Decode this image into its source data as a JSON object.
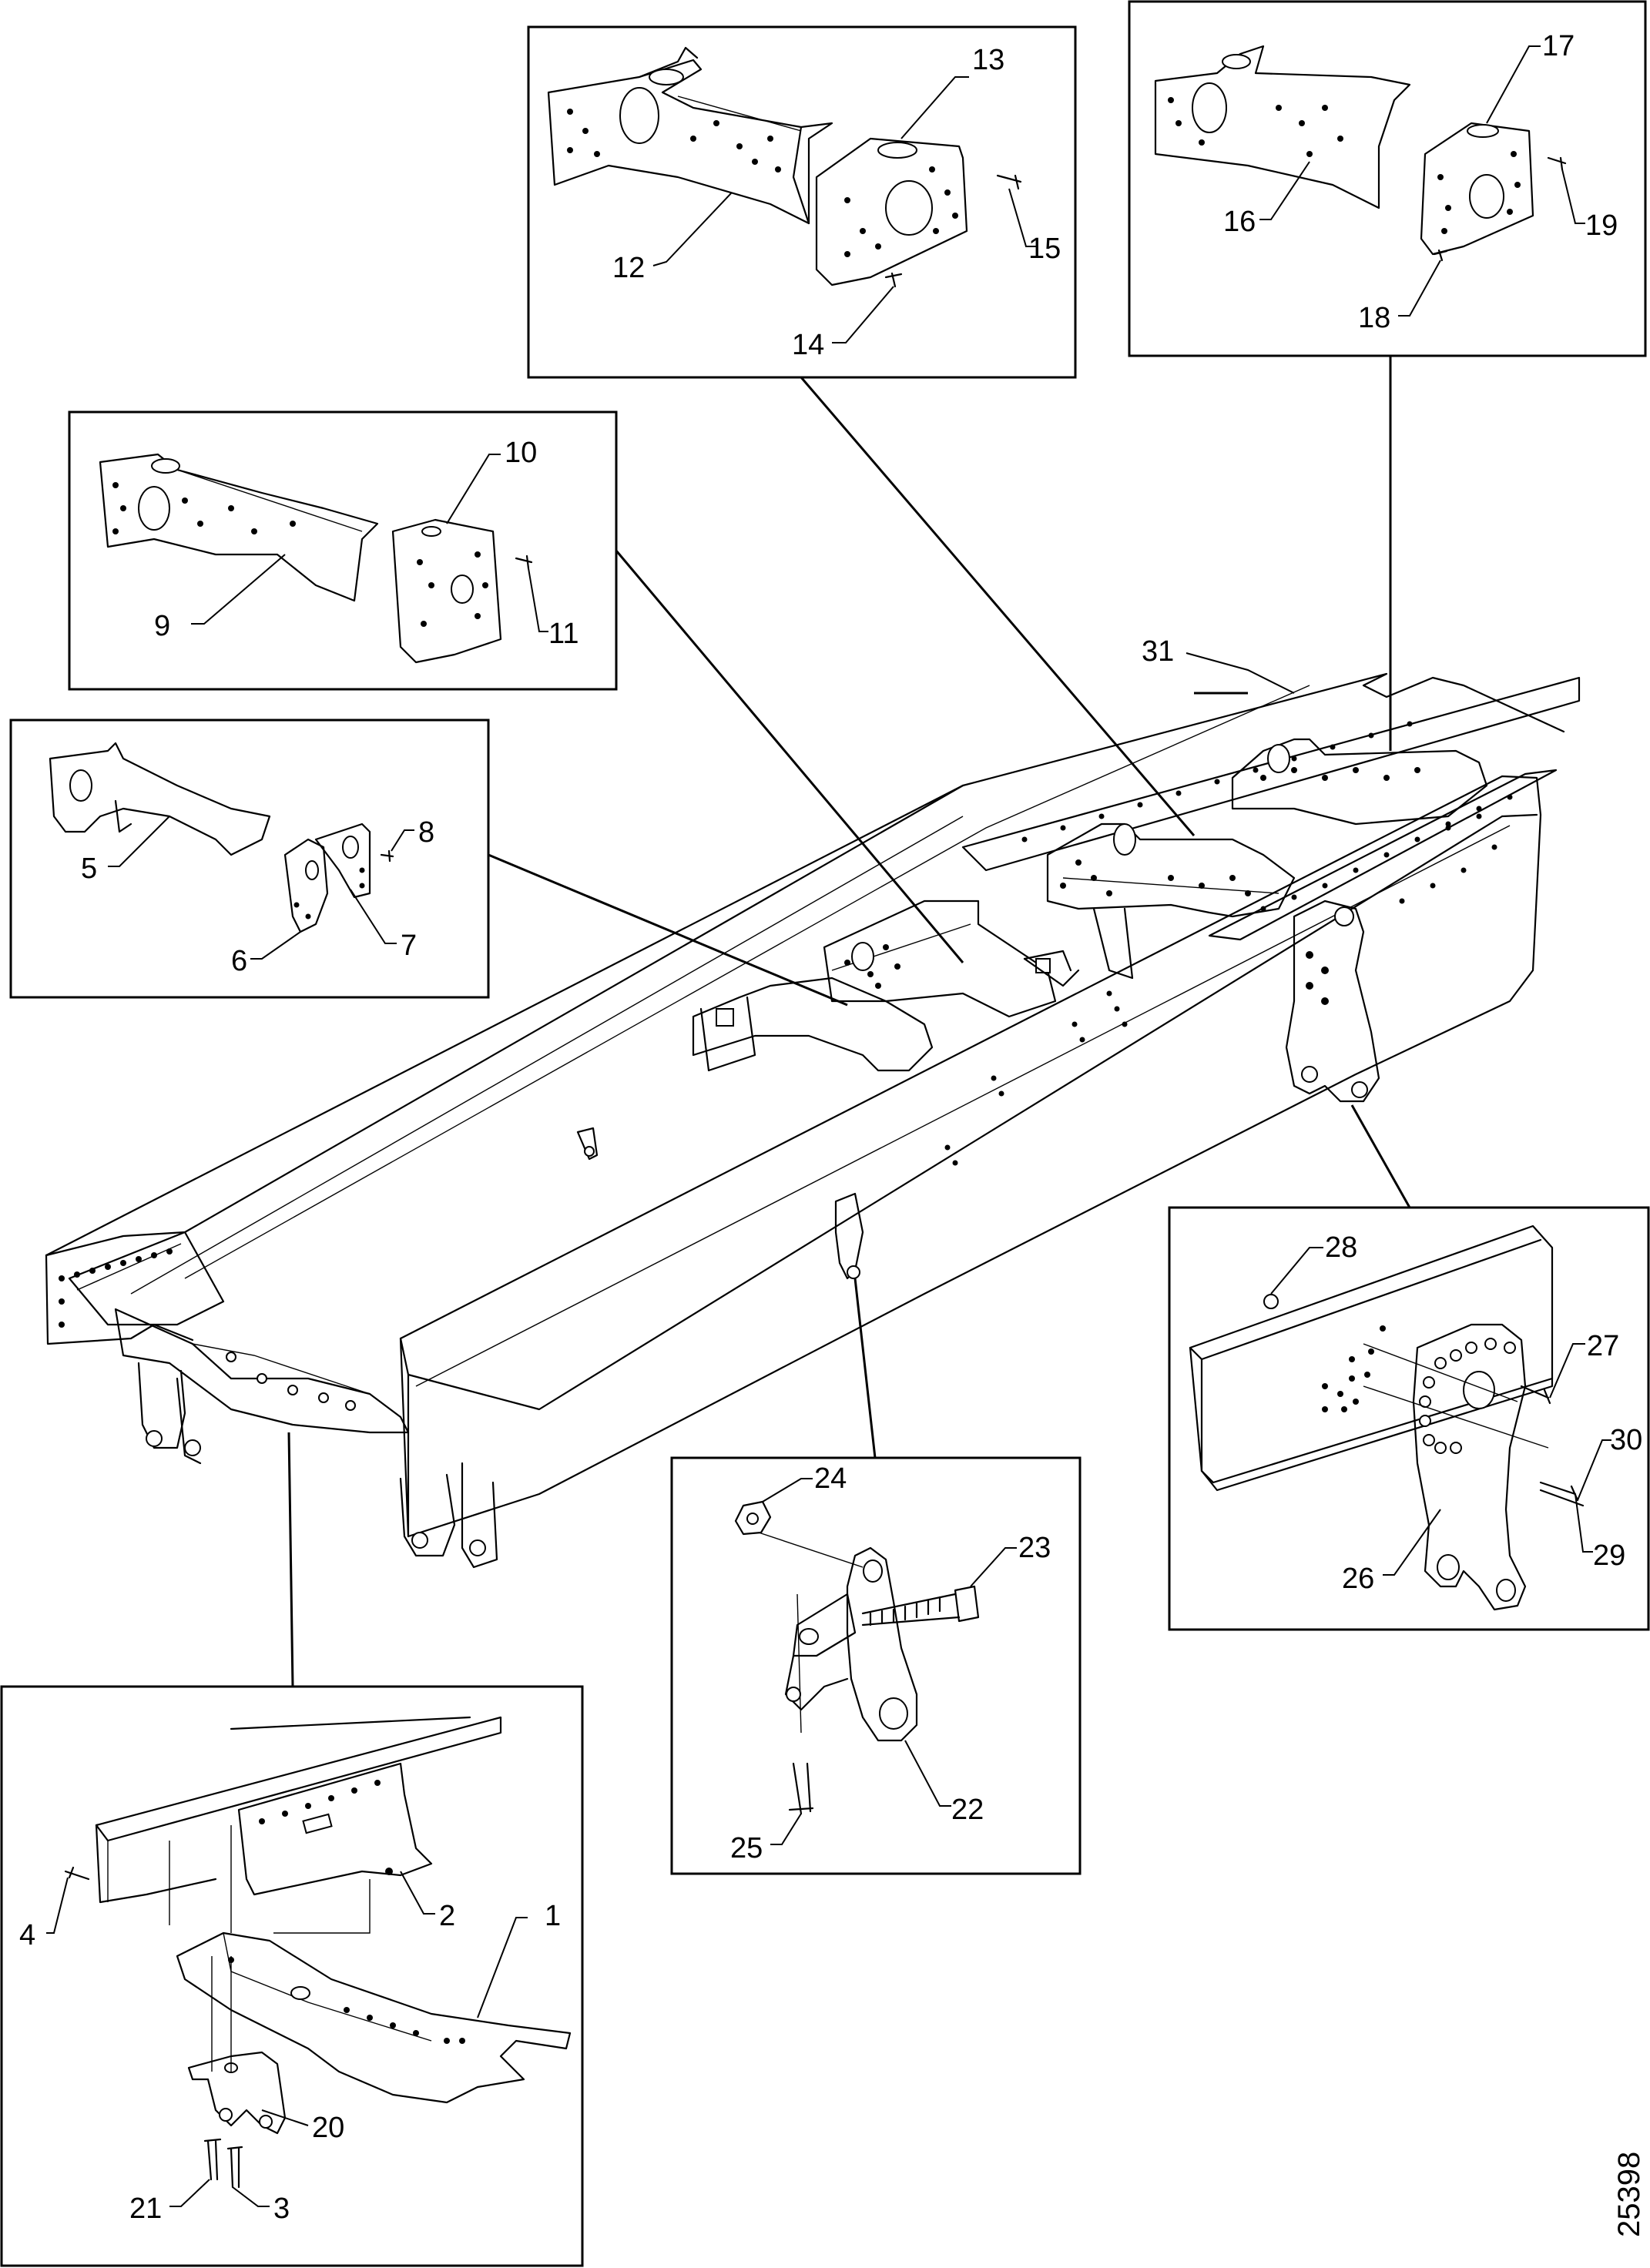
{
  "figure": {
    "code": "25398",
    "labels": [
      "1",
      "2",
      "3",
      "4",
      "5",
      "6",
      "7",
      "8",
      "9",
      "10",
      "11",
      "12",
      "13",
      "14",
      "15",
      "16",
      "17",
      "18",
      "19",
      "20",
      "21",
      "22",
      "23",
      "24",
      "25",
      "26",
      "27",
      "28",
      "29",
      "30",
      "31"
    ]
  },
  "detail_boxes": [
    {
      "id": "rear-crossmember-5-8",
      "parts": [
        "5",
        "6",
        "7",
        "8"
      ]
    },
    {
      "id": "crossmember-9-11",
      "parts": [
        "9",
        "10",
        "11"
      ]
    },
    {
      "id": "crossmember-12-15",
      "parts": [
        "12",
        "13",
        "14",
        "15"
      ]
    },
    {
      "id": "crossmember-16-19",
      "parts": [
        "16",
        "17",
        "18",
        "19"
      ]
    },
    {
      "id": "spring-hanger-26-30",
      "parts": [
        "26",
        "27",
        "28",
        "29",
        "30"
      ]
    },
    {
      "id": "shackle-bracket-22-25",
      "parts": [
        "22",
        "23",
        "24",
        "25"
      ]
    },
    {
      "id": "front-crossmember-1-4-20-21",
      "parts": [
        "1",
        "2",
        "3",
        "4",
        "20",
        "21"
      ]
    }
  ],
  "colors": {
    "line": "#000000",
    "background": "#ffffff"
  }
}
